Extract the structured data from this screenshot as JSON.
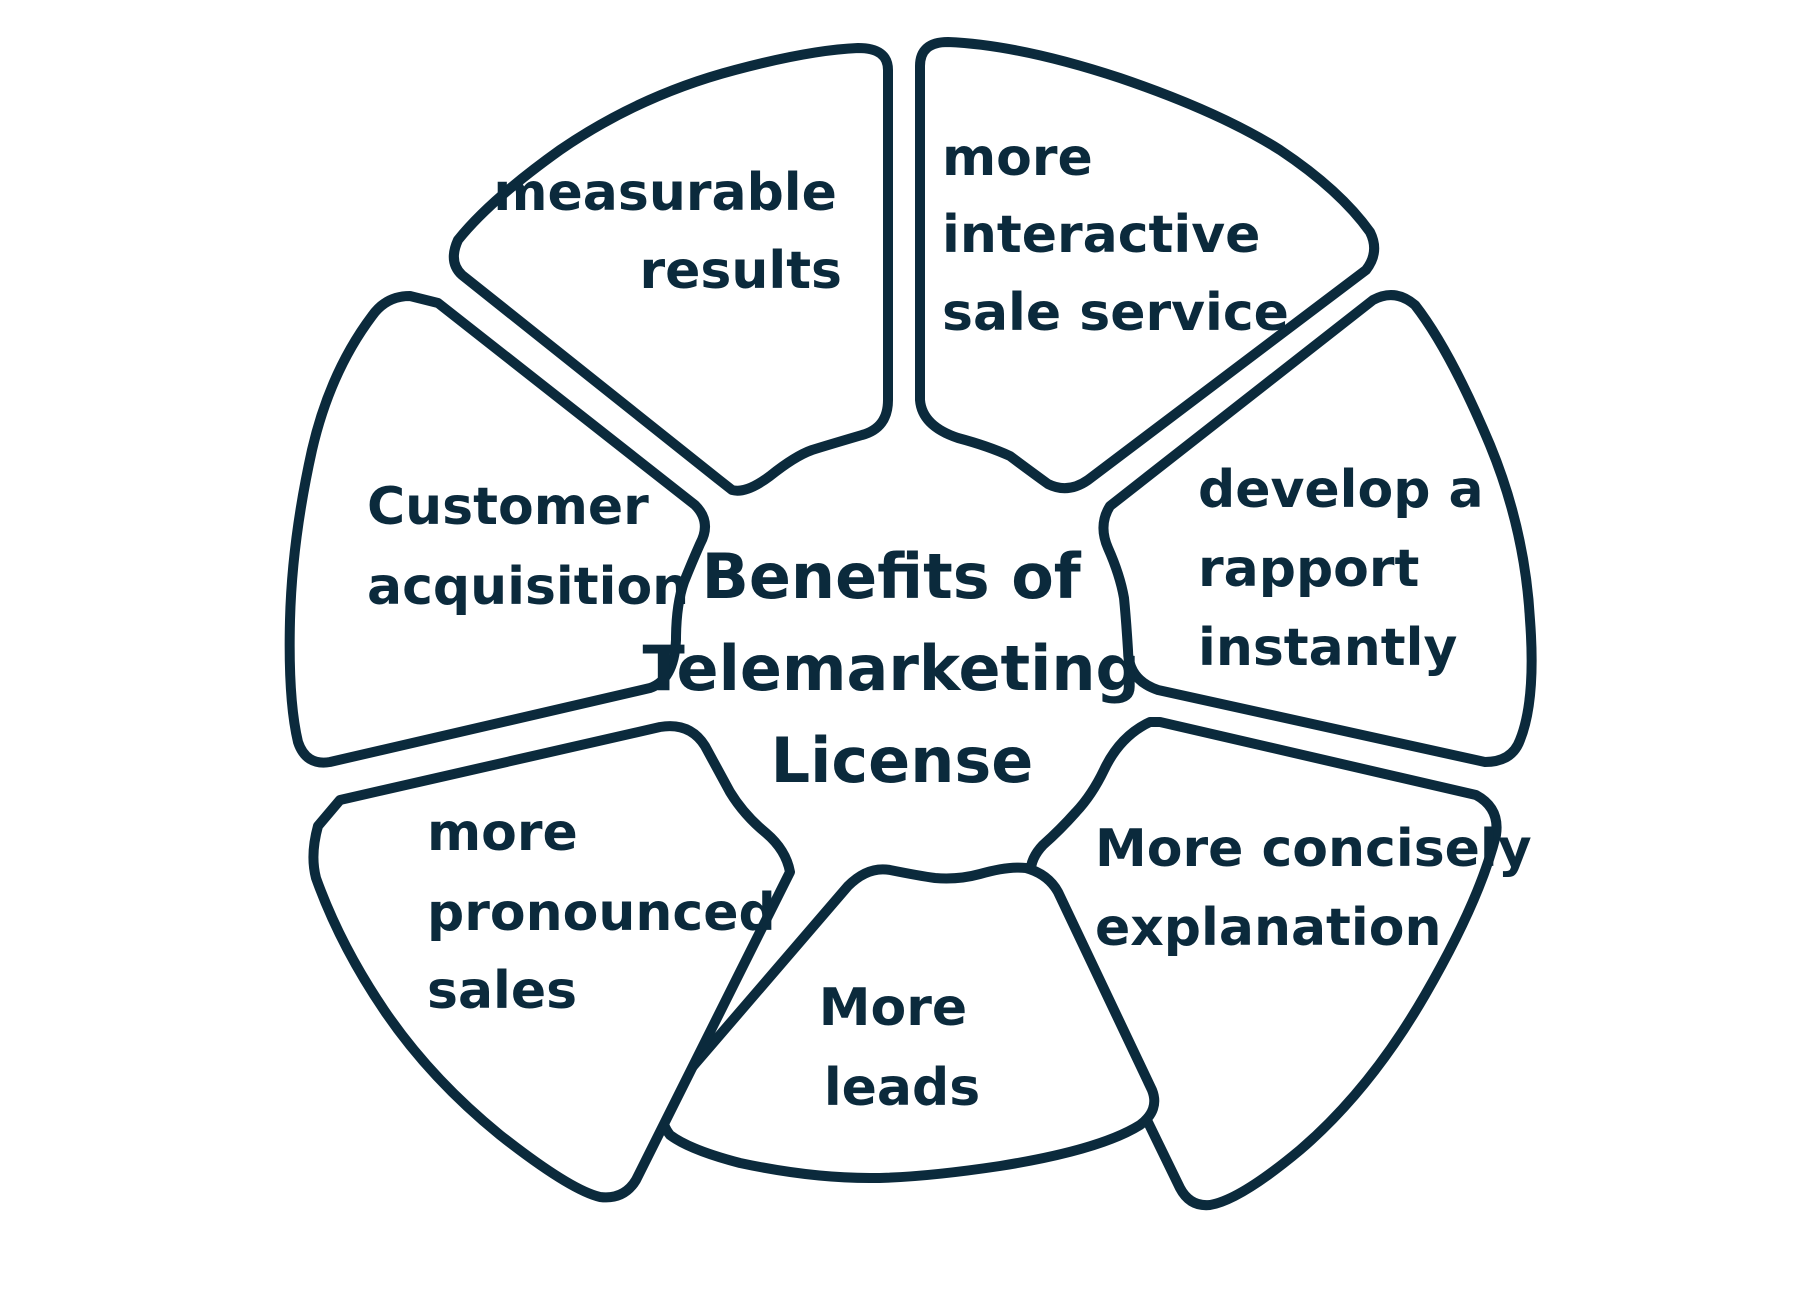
{
  "colors": {
    "outline": "#0b2a3c",
    "text": "#0b2a3c",
    "background": "#ffffff"
  },
  "center": {
    "lines": [
      "Benefits of",
      "Telemarketing",
      "License"
    ]
  },
  "segments": [
    {
      "id": "measurable-results",
      "lines": [
        "measurable",
        "results"
      ]
    },
    {
      "id": "more-interactive-sale-service",
      "lines": [
        "more",
        "interactive",
        "sale service"
      ]
    },
    {
      "id": "develop-a-rapport-instantly",
      "lines": [
        "develop a",
        "rapport",
        "instantly"
      ]
    },
    {
      "id": "more-concisely-explanation",
      "lines": [
        "More concisely",
        "explanation"
      ]
    },
    {
      "id": "more-leads",
      "lines": [
        "More",
        "leads"
      ]
    },
    {
      "id": "more-pronounced-sales",
      "lines": [
        "more",
        "pronounced",
        "sales"
      ]
    },
    {
      "id": "customer-acquisition",
      "lines": [
        "Customer",
        "acquisition"
      ]
    }
  ]
}
